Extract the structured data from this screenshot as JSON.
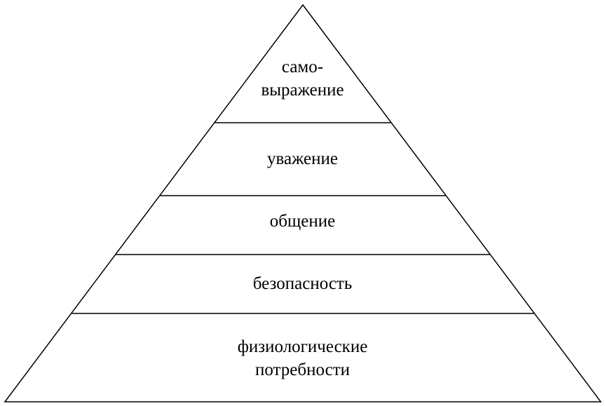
{
  "pyramid": {
    "levels": [
      {
        "lines": [
          "само-",
          "выражение"
        ]
      },
      {
        "lines": [
          "уважение"
        ]
      },
      {
        "lines": [
          "общение"
        ]
      },
      {
        "lines": [
          "безопасность"
        ]
      },
      {
        "lines": [
          "физиологические",
          "потребности"
        ]
      }
    ]
  },
  "colors": {
    "line": "#000000",
    "background": "#ffffff"
  }
}
